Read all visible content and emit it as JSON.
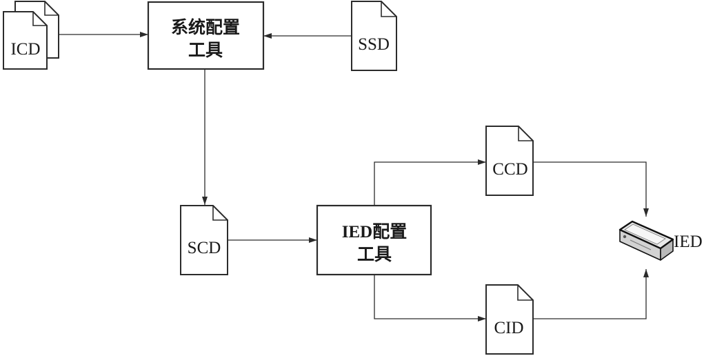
{
  "diagram": {
    "icd": "ICD",
    "system_config_tool": {
      "line1": "系统配置",
      "line2": "工具"
    },
    "ssd": "SSD",
    "scd": "SCD",
    "ied_config_tool": {
      "line1": "IED配置",
      "line2": "工具"
    },
    "ccd": "CCD",
    "cid": "CID",
    "ied": "IED"
  },
  "colors": {
    "stroke": "#2b2b2b",
    "background": "#ffffff"
  }
}
